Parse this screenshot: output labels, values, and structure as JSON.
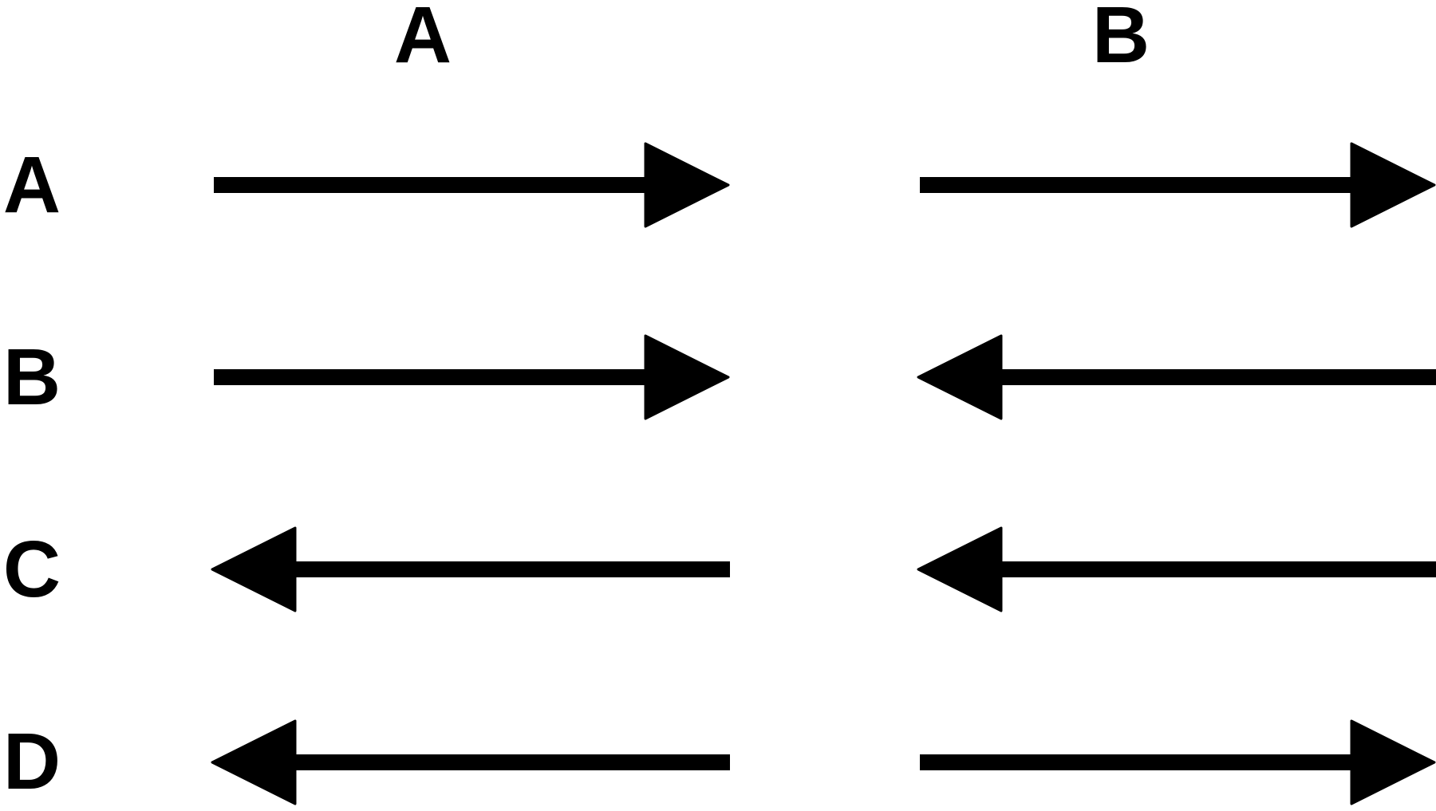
{
  "columns": {
    "a": "A",
    "b": "B"
  },
  "rows": {
    "a": "A",
    "b": "B",
    "c": "C",
    "d": "D"
  },
  "arrows": [
    {
      "row": "A",
      "column": "A",
      "direction": "right"
    },
    {
      "row": "A",
      "column": "B",
      "direction": "right"
    },
    {
      "row": "B",
      "column": "A",
      "direction": "right"
    },
    {
      "row": "B",
      "column": "B",
      "direction": "left"
    },
    {
      "row": "C",
      "column": "A",
      "direction": "left"
    },
    {
      "row": "C",
      "column": "B",
      "direction": "left"
    },
    {
      "row": "D",
      "column": "A",
      "direction": "left"
    },
    {
      "row": "D",
      "column": "B",
      "direction": "right"
    }
  ],
  "colors": {
    "ink": "#000000",
    "background": "#ffffff"
  }
}
